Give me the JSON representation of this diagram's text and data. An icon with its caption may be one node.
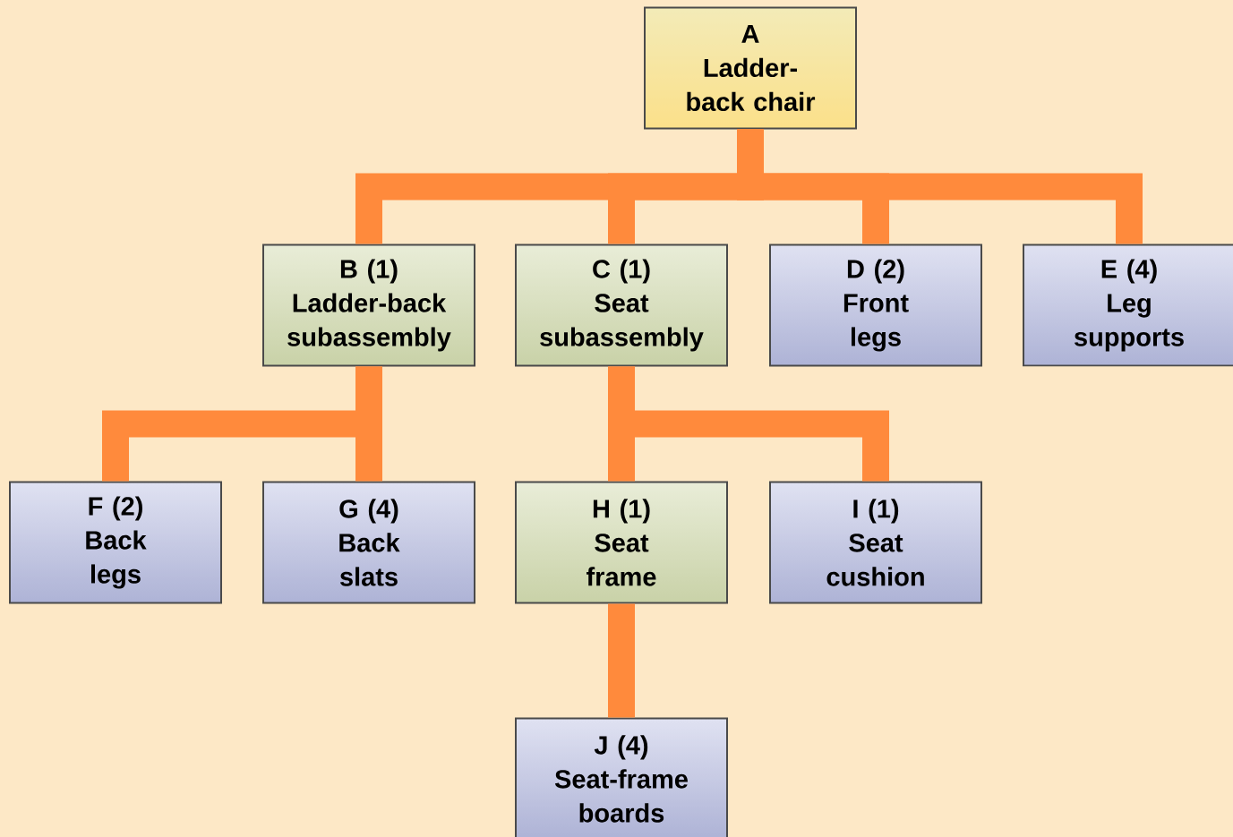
{
  "diagram": {
    "nodes": [
      {
        "text": [
          "A",
          "Ladder-back chair"
        ]
      },
      {
        "text": [
          "B (1)",
          "Ladder-back subassembly"
        ]
      },
      {
        "text": [
          "C (1)",
          "Seat subassembly"
        ]
      },
      {
        "text": [
          "D (2)",
          "Front legs"
        ]
      },
      {
        "text": [
          "E (4)",
          "Leg supports"
        ]
      },
      {
        "text": [
          "F (2)",
          "Back legs"
        ]
      },
      {
        "text": [
          "G (4)",
          "Back slats"
        ]
      },
      {
        "text": [
          "H (1)",
          "Seat frame"
        ]
      },
      {
        "text": [
          "I (1)",
          "Seat cushion"
        ]
      },
      {
        "text": [
          "J (4)",
          "Seat-frame boards"
        ]
      }
    ],
    "edges": [
      {
        "from": 0,
        "to": 1,
        "arrow": "none"
      },
      {
        "from": 0,
        "to": 2,
        "arrow": "none"
      },
      {
        "from": 0,
        "to": 3,
        "arrow": "none"
      },
      {
        "from": 0,
        "to": 4,
        "arrow": "none"
      },
      {
        "from": 1,
        "to": 5,
        "arrow": "none"
      },
      {
        "from": 1,
        "to": 6,
        "arrow": "none"
      },
      {
        "from": 2,
        "to": 7,
        "arrow": "none"
      },
      {
        "from": 2,
        "to": 8,
        "arrow": "none"
      },
      {
        "from": 7,
        "to": 9,
        "arrow": "none"
      }
    ]
  }
}
